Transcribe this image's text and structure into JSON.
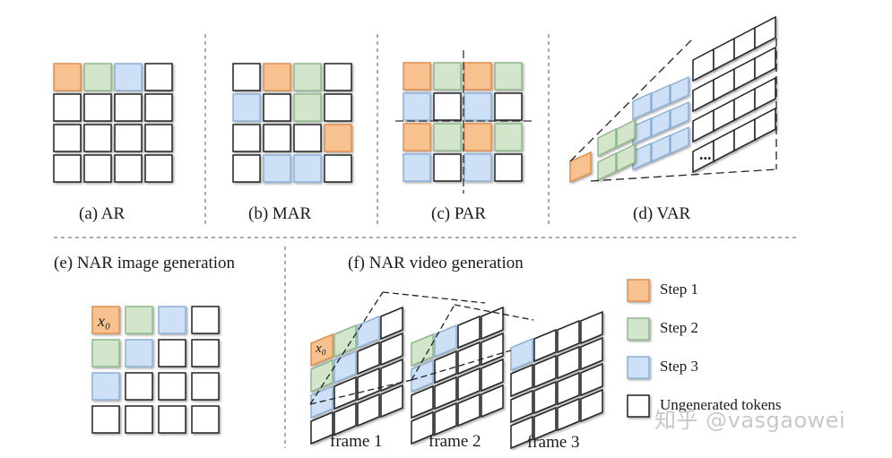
{
  "panels": {
    "ar": "(a) AR",
    "mar": "(b) MAR",
    "par": "(c) PAR",
    "var": "(d) VAR",
    "nar_image": "(e) NAR image generation",
    "nar_video": "(f) NAR video generation"
  },
  "frames": [
    "frame 1",
    "frame 2",
    "frame 3"
  ],
  "x0_label": "x₀",
  "ellipsis": "...",
  "legend": [
    {
      "label": "Step 1",
      "color": "#f7c28f",
      "border": "#e0904f"
    },
    {
      "label": "Step 2",
      "color": "#d3e6cc",
      "border": "#8fb88a"
    },
    {
      "label": "Step 3",
      "color": "#cde0f5",
      "border": "#8cb0d8"
    },
    {
      "label": "Ungenerated tokens",
      "color": "#ffffff",
      "border": "#222222"
    }
  ],
  "watermark": "知乎 @vasgaowei"
}
